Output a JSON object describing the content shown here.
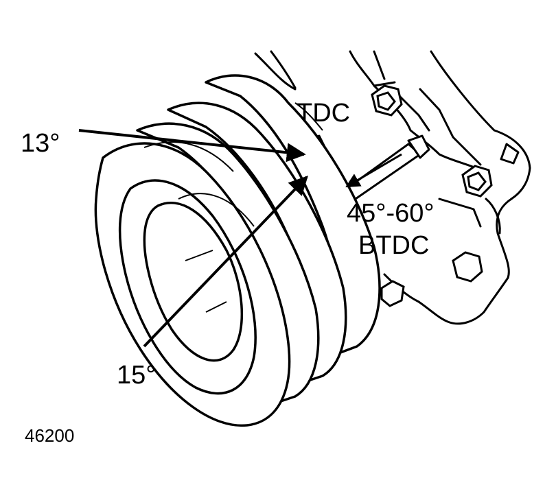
{
  "labels": {
    "tdc": "TDC",
    "deg13": "13°",
    "deg15": "15°",
    "btdc_range": "45°-60°",
    "btdc": "BTDC",
    "figure_number": "46200"
  },
  "colors": {
    "ink": "#000000",
    "paper": "#ffffff"
  }
}
